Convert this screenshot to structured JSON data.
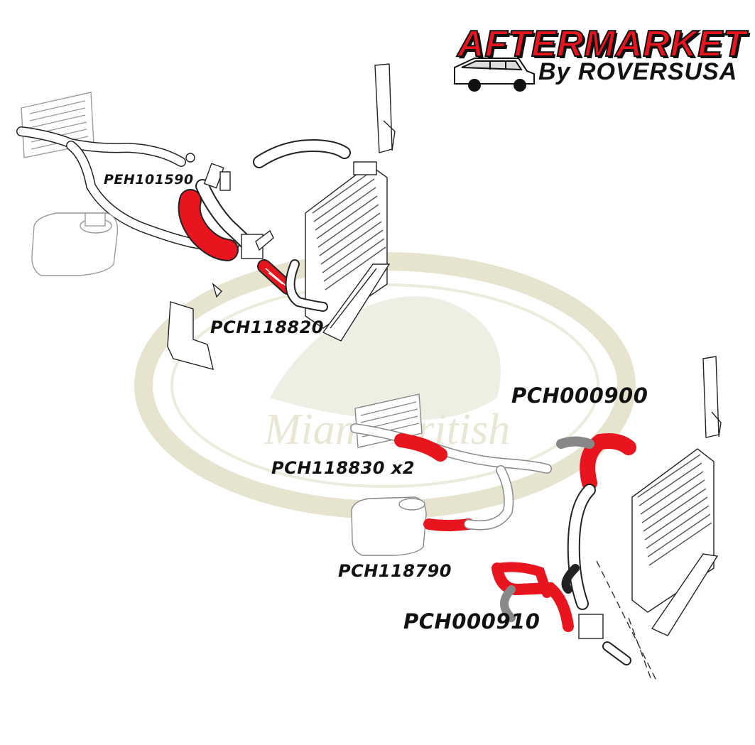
{
  "logo": {
    "line1": "AFTERMARKET",
    "line2": "By ROVERSUSA"
  },
  "watermark": {
    "text": "Miami British"
  },
  "labels": {
    "peh101590": "PEH101590",
    "pch118820": "PCH118820",
    "pch000900": "PCH000900",
    "pch118830": "PCH118830 x2",
    "pch118790": "PCH118790",
    "pch000910": "PCH000910"
  },
  "colors": {
    "highlight": "#e8151f",
    "line": "#222222",
    "watermark": "#e6e4cf"
  }
}
